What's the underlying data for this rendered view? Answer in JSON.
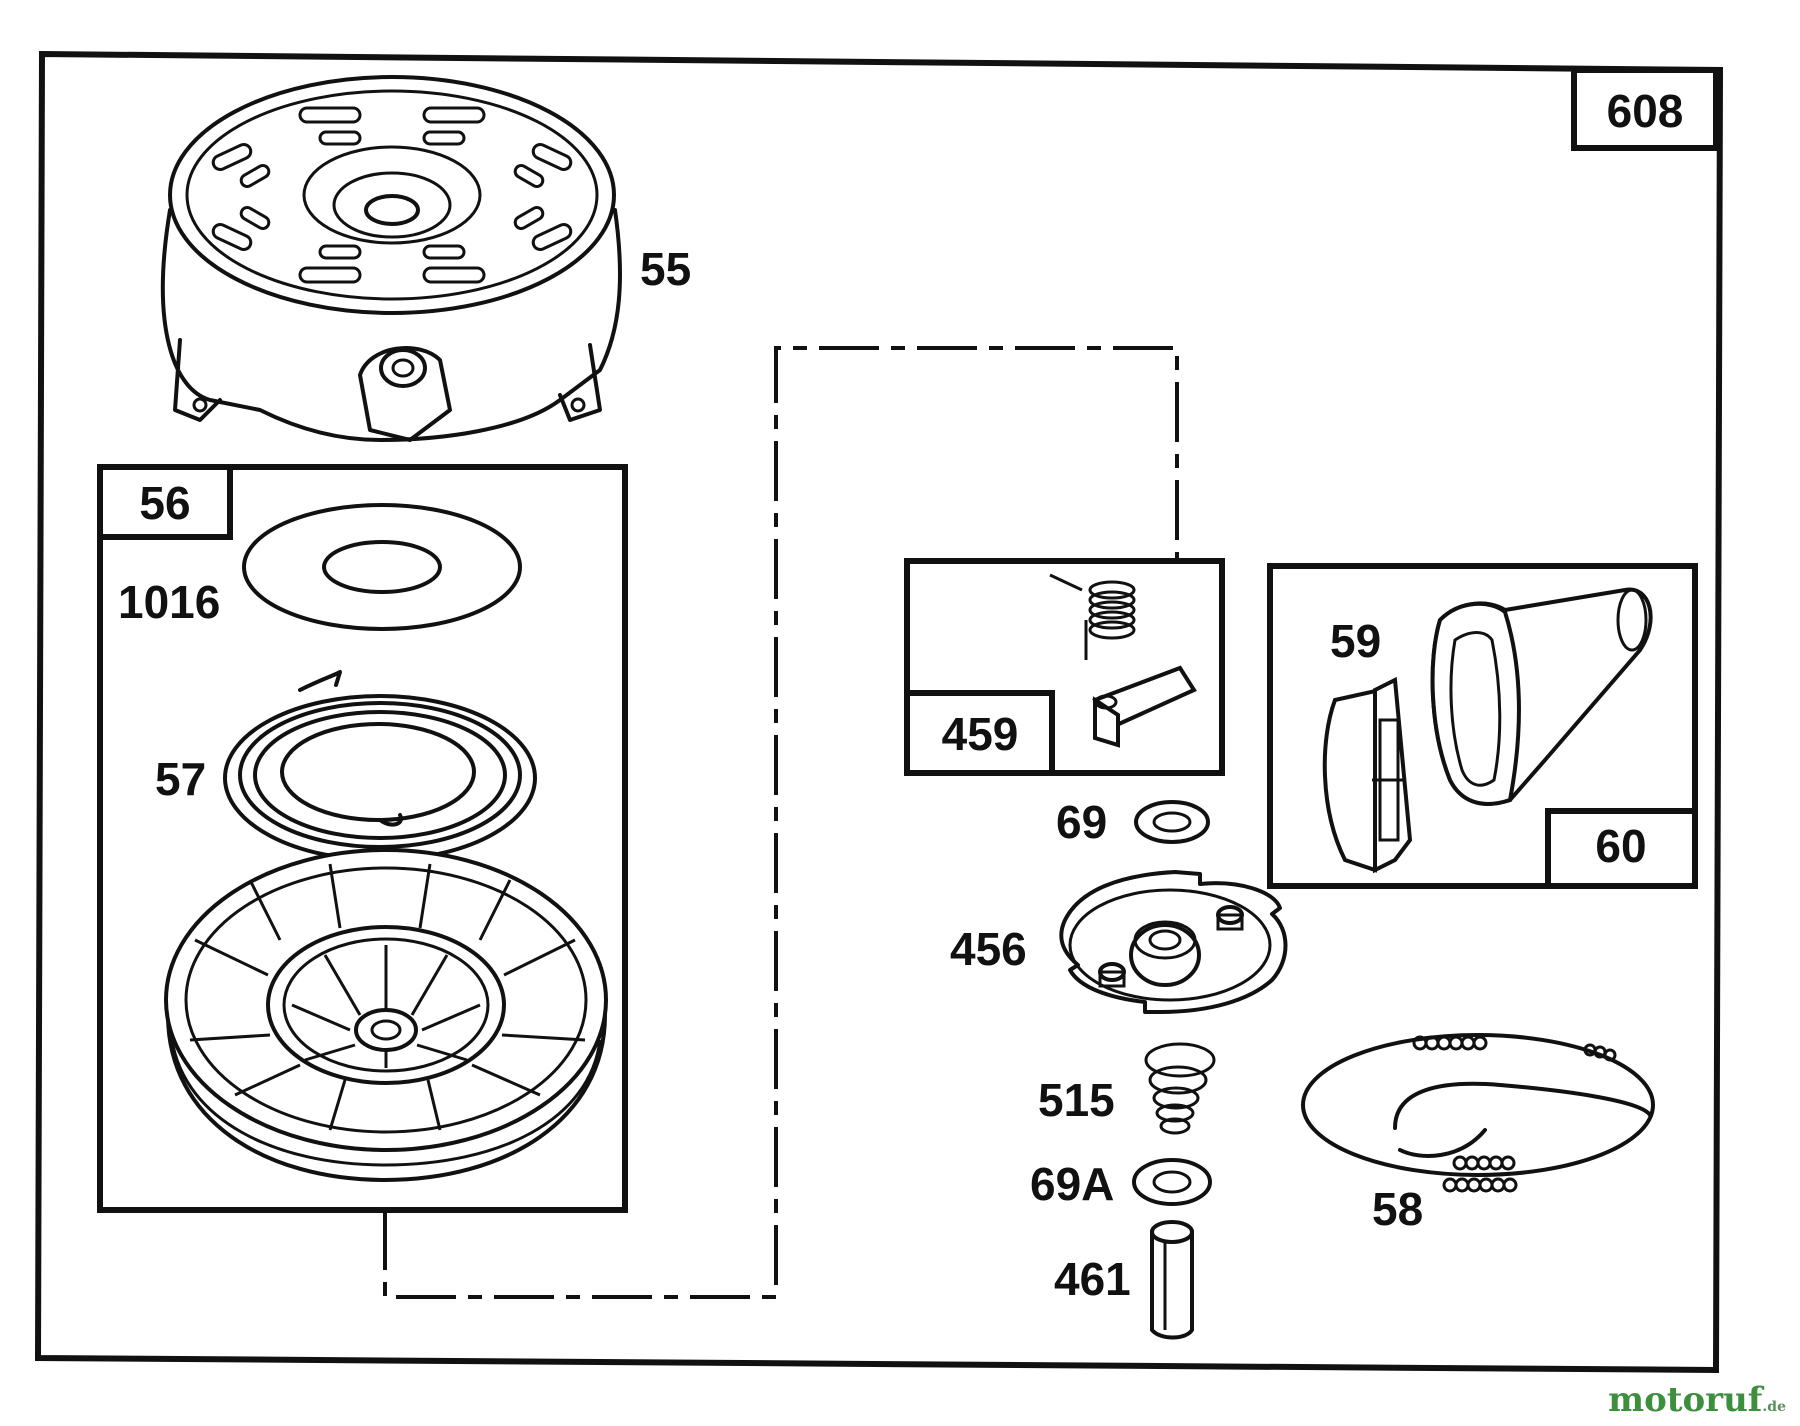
{
  "labels": {
    "assembly": "608",
    "rewind_housing": "55",
    "pulley_assembly": "56",
    "washer_1016": "1016",
    "spring_57": "57",
    "ratchet_kit": "459",
    "handle_59": "59",
    "handle_60": "60",
    "washer_69": "69",
    "ratchet_456": "456",
    "spring_515": "515",
    "washer_69a": "69A",
    "pin_461": "461",
    "rope_58": "58"
  },
  "watermark": {
    "brand": "motoruf",
    "suffix": ".de",
    "color": "#3c8f3c"
  }
}
